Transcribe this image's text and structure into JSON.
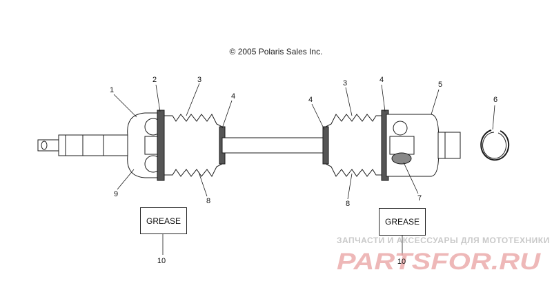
{
  "copyright": "© 2005 Polaris Sales Inc.",
  "callouts": [
    "1",
    "2",
    "3",
    "4",
    "9",
    "8",
    "4",
    "3",
    "4",
    "5",
    "8",
    "7",
    "6",
    "10",
    "10"
  ],
  "grease_labels": [
    "GREASE",
    "GREASE"
  ],
  "watermark": {
    "caption": "ЗАПЧАСТИ И АКСЕССУАРЫ ДЛЯ МОТОТЕХНИКИ",
    "logo": "PARTSFOR.RU",
    "colors": {
      "primary": "#e8a0a0",
      "secondary": "#c9c9c9"
    }
  }
}
